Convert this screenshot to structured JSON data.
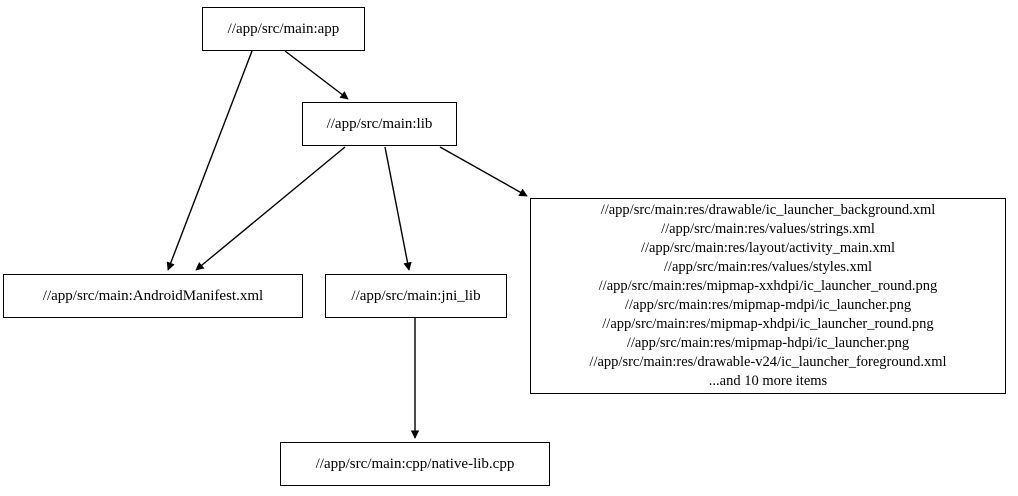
{
  "graph": {
    "type": "directed-dependency-graph",
    "background_color": "#ffffff",
    "line_color": "#000000",
    "text_color": "#000000",
    "nodes": [
      {
        "id": "app",
        "label": "//app/src/main:app"
      },
      {
        "id": "lib",
        "label": "//app/src/main:lib"
      },
      {
        "id": "manifest",
        "label": "//app/src/main:AndroidManifest.xml"
      },
      {
        "id": "jni_lib",
        "label": "//app/src/main:jni_lib"
      },
      {
        "id": "cpp",
        "label": "//app/src/main:cpp/native-lib.cpp"
      }
    ],
    "resource_node": {
      "id": "resources",
      "lines": [
        "//app/src/main:res/drawable/ic_launcher_background.xml",
        "//app/src/main:res/values/strings.xml",
        "//app/src/main:res/layout/activity_main.xml",
        "//app/src/main:res/values/styles.xml",
        "//app/src/main:res/mipmap-xxhdpi/ic_launcher_round.png",
        "//app/src/main:res/mipmap-mdpi/ic_launcher.png",
        "//app/src/main:res/mipmap-xhdpi/ic_launcher_round.png",
        "//app/src/main:res/mipmap-hdpi/ic_launcher.png",
        "//app/src/main:res/drawable-v24/ic_launcher_foreground.xml",
        "...and 10 more items"
      ]
    },
    "edges": [
      {
        "from": "app",
        "to": "lib"
      },
      {
        "from": "app",
        "to": "manifest"
      },
      {
        "from": "lib",
        "to": "manifest"
      },
      {
        "from": "lib",
        "to": "jni_lib"
      },
      {
        "from": "lib",
        "to": "resources"
      },
      {
        "from": "jni_lib",
        "to": "cpp"
      }
    ]
  }
}
